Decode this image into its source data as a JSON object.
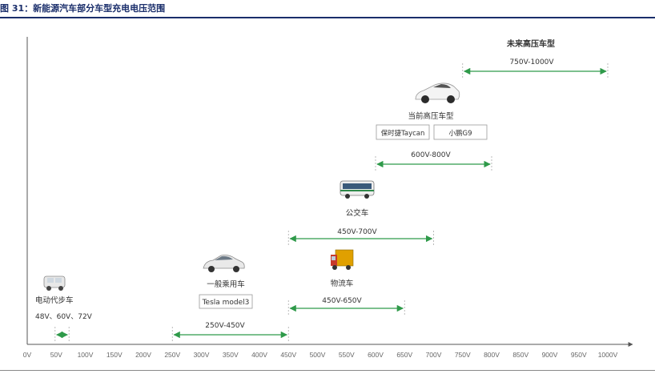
{
  "figure": {
    "title": "图 31：新能源汽车部分车型充电电压范围"
  },
  "chart_data": {
    "type": "range",
    "title": "图 31：新能源汽车部分车型充电电压范围",
    "xlim": [
      0,
      1000
    ],
    "x_ticks": [
      "0V",
      "50V",
      "100V",
      "150V",
      "200V",
      "250V",
      "300V",
      "350V",
      "400V",
      "450V",
      "500V",
      "550V",
      "600V",
      "650V",
      "700V",
      "750V",
      "800V",
      "850V",
      "900V",
      "950V",
      "1000V"
    ],
    "ranges": [
      {
        "category": "电动代步车",
        "range_label": "48V、60V、72V",
        "start": 48,
        "end": 72,
        "examples": []
      },
      {
        "category": "一般乘用车",
        "range_label": "250V-450V",
        "start": 250,
        "end": 450,
        "examples": [
          "Tesla model3"
        ]
      },
      {
        "category": "物流车",
        "range_label": "450V-650V",
        "start": 450,
        "end": 650,
        "examples": []
      },
      {
        "category": "公交车",
        "range_label": "450V-700V",
        "start": 450,
        "end": 700,
        "examples": []
      },
      {
        "category": "当前高压车型",
        "range_label": "600V-800V",
        "start": 600,
        "end": 800,
        "examples": [
          "保时捷Taycan",
          "小鹏G9"
        ]
      },
      {
        "category": "未来高压车型",
        "range_label": "750V-1000V",
        "start": 750,
        "end": 1000,
        "examples": []
      }
    ],
    "colors": {
      "arrow": "#2f9a4a",
      "dash": "#aaaaaa",
      "axis": "#555555"
    }
  }
}
